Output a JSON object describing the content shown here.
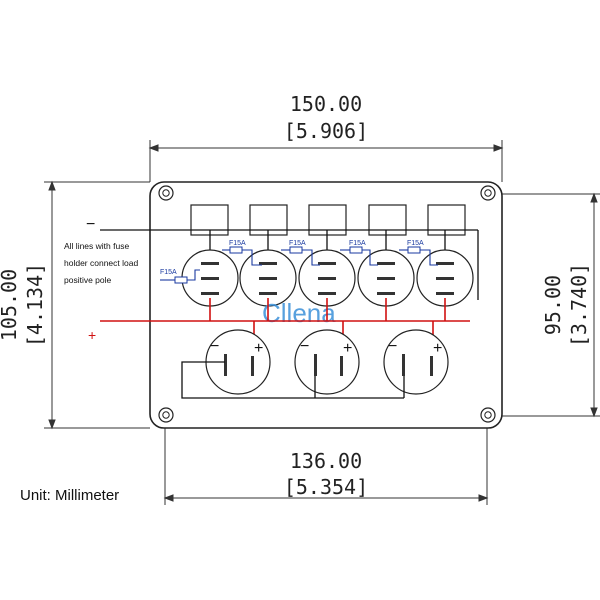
{
  "dimensions": {
    "top_width_mm": "150.00",
    "top_width_in": "[5.906]",
    "bottom_width_mm": "136.00",
    "bottom_width_in": "[5.354]",
    "left_height_mm": "105.00",
    "left_height_in": "[4.134]",
    "right_height_mm": "95.00",
    "right_height_in": "[3.740]"
  },
  "notes": {
    "line1": "All lines with fuse",
    "line2": "holder connect load",
    "line3": "positive pole"
  },
  "fuse_label": "F15A",
  "fuse_labels": [
    "F15A",
    "F15A",
    "F15A",
    "F15A",
    "F15A"
  ],
  "negative_sign": "−",
  "positive_sign": "+",
  "watermark": "Cllena",
  "unit_label": "Unit: Millimeter",
  "colors": {
    "wire_positive": "#d01010",
    "wire_negative": "#111111",
    "fuse": "#1a3aa0",
    "watermark": "#3a8fd8"
  }
}
